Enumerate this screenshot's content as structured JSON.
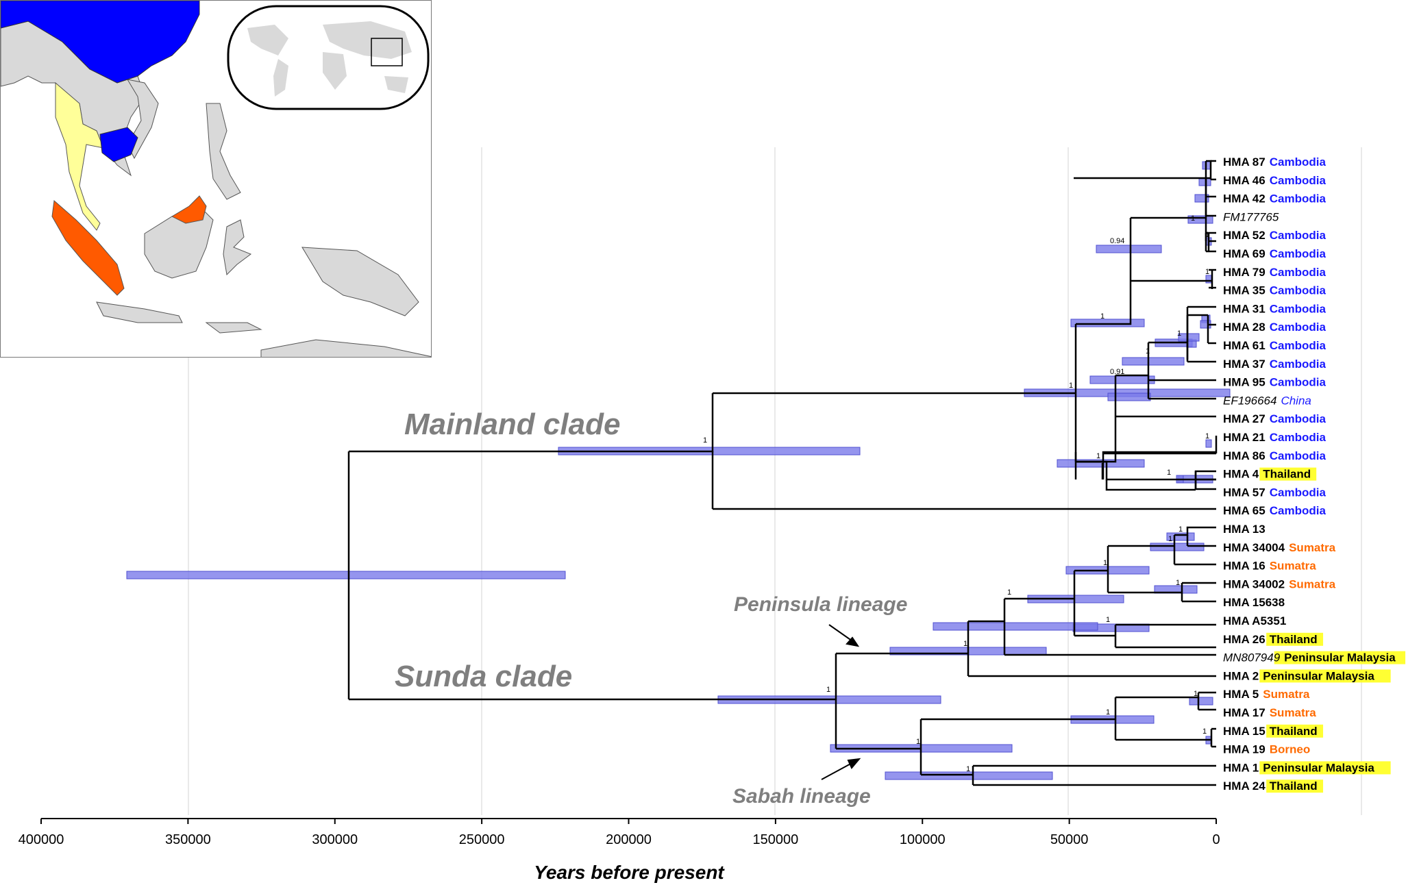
{
  "axis": {
    "xlabel": "Years before present",
    "ticks": [
      "400000",
      "350000",
      "300000",
      "250000",
      "200000",
      "150000",
      "100000",
      "50000",
      "0"
    ]
  },
  "clades": {
    "mainland": "Mainland clade",
    "sunda": "Sunda clade",
    "peninsula": "Peninsula lineage",
    "sabah": "Sabah lineage"
  },
  "colors": {
    "cambodia": "#1a1aff",
    "china": "#1a1aff",
    "sumatra": "#ff6a00",
    "borneo": "#ff6a00",
    "thailand_highlight": "#ffff33",
    "hpd_bar": "#7b7bea",
    "map_china": "#0000ff",
    "map_thailand": "#ffff99",
    "map_sumatra": "#ff5a00",
    "map_land": "#d9d9d9"
  },
  "tips": [
    {
      "label": "HMA 87",
      "region": "Cambodia",
      "style": "blue"
    },
    {
      "label": "HMA 46",
      "region": "Cambodia",
      "style": "blue"
    },
    {
      "label": "HMA 42",
      "region": "Cambodia",
      "style": "blue"
    },
    {
      "label": "FM177765",
      "region": "",
      "style": "ital"
    },
    {
      "label": "HMA 52",
      "region": "Cambodia",
      "style": "blue"
    },
    {
      "label": "HMA 69",
      "region": "Cambodia",
      "style": "blue"
    },
    {
      "label": "HMA 79",
      "region": "Cambodia",
      "style": "blue"
    },
    {
      "label": "HMA 35",
      "region": "Cambodia",
      "style": "blue"
    },
    {
      "label": "HMA 31",
      "region": "Cambodia",
      "style": "blue"
    },
    {
      "label": "HMA 28",
      "region": "Cambodia",
      "style": "blue"
    },
    {
      "label": "HMA 61",
      "region": "Cambodia",
      "style": "blue"
    },
    {
      "label": "HMA 37",
      "region": "Cambodia",
      "style": "blue"
    },
    {
      "label": "HMA 95",
      "region": "Cambodia",
      "style": "blue"
    },
    {
      "label": "EF196664",
      "region": "China",
      "style": "ital-blue"
    },
    {
      "label": "HMA 27",
      "region": "Cambodia",
      "style": "blue"
    },
    {
      "label": "HMA 21",
      "region": "Cambodia",
      "style": "blue"
    },
    {
      "label": "HMA 86",
      "region": "Cambodia",
      "style": "blue"
    },
    {
      "label": "HMA 4",
      "region": "Thailand",
      "style": "yellow"
    },
    {
      "label": "HMA 57",
      "region": "Cambodia",
      "style": "blue"
    },
    {
      "label": "HMA 65",
      "region": "Cambodia",
      "style": "blue"
    },
    {
      "label": "HMA 13",
      "region": "",
      "style": "plain"
    },
    {
      "label": "HMA 34004",
      "region": "Sumatra",
      "style": "orange"
    },
    {
      "label": "HMA 16",
      "region": "Sumatra",
      "style": "orange"
    },
    {
      "label": "HMA 34002",
      "region": "Sumatra",
      "style": "orange"
    },
    {
      "label": "HMA 15638",
      "region": "",
      "style": "plain"
    },
    {
      "label": "HMA A5351",
      "region": "",
      "style": "plain"
    },
    {
      "label": "HMA 26",
      "region": "Thailand",
      "style": "yellow"
    },
    {
      "label": "MN807949",
      "region": "Peninsular Malaysia",
      "style": "ital-yellow"
    },
    {
      "label": "HMA 2",
      "region": "Peninsular Malaysia",
      "style": "yellow"
    },
    {
      "label": "HMA 5",
      "region": "Sumatra",
      "style": "orange"
    },
    {
      "label": "HMA 17",
      "region": "Sumatra",
      "style": "orange"
    },
    {
      "label": "HMA 15",
      "region": "Thailand",
      "style": "yellow"
    },
    {
      "label": "HMA 19",
      "region": "Borneo",
      "style": "orange"
    },
    {
      "label": "HMA 1",
      "region": "Peninsular Malaysia",
      "style": "yellow"
    },
    {
      "label": "HMA 24",
      "region": "Thailand",
      "style": "yellow"
    }
  ],
  "node_support": [
    {
      "value": "1",
      "age": 2000,
      "lo": 500,
      "hi": 4000,
      "row": 16.5
    },
    {
      "value": "1",
      "age": 5000,
      "lo": 3500,
      "hi": 7500,
      "row": 9.5
    },
    {
      "value": "1",
      "age": 6000,
      "lo": 2000,
      "hi": 9000,
      "row": 4.5
    },
    {
      "value": "1",
      "age": 28000,
      "lo": 16000,
      "hi": 44000,
      "row": 8
    },
    {
      "value": "1",
      "age": 36000,
      "lo": 22000,
      "hi": 50000,
      "row": 6
    },
    {
      "value": "1",
      "age": 40000,
      "lo": 20000,
      "hi": 65000,
      "row": 8
    },
    {
      "value": "1",
      "age": 47000,
      "lo": 30000,
      "hi": 52000,
      "row": 4
    },
    {
      "value": "1",
      "age": 72000,
      "lo": 55000,
      "hi": 100000,
      "row": 5.5
    },
    {
      "value": "1",
      "age": 96000,
      "lo": 60000,
      "hi": 145000,
      "row": 4.5
    },
    {
      "value": "1",
      "age": 84000,
      "lo": 55000,
      "hi": 112000,
      "row": 3.2
    }
  ]
}
